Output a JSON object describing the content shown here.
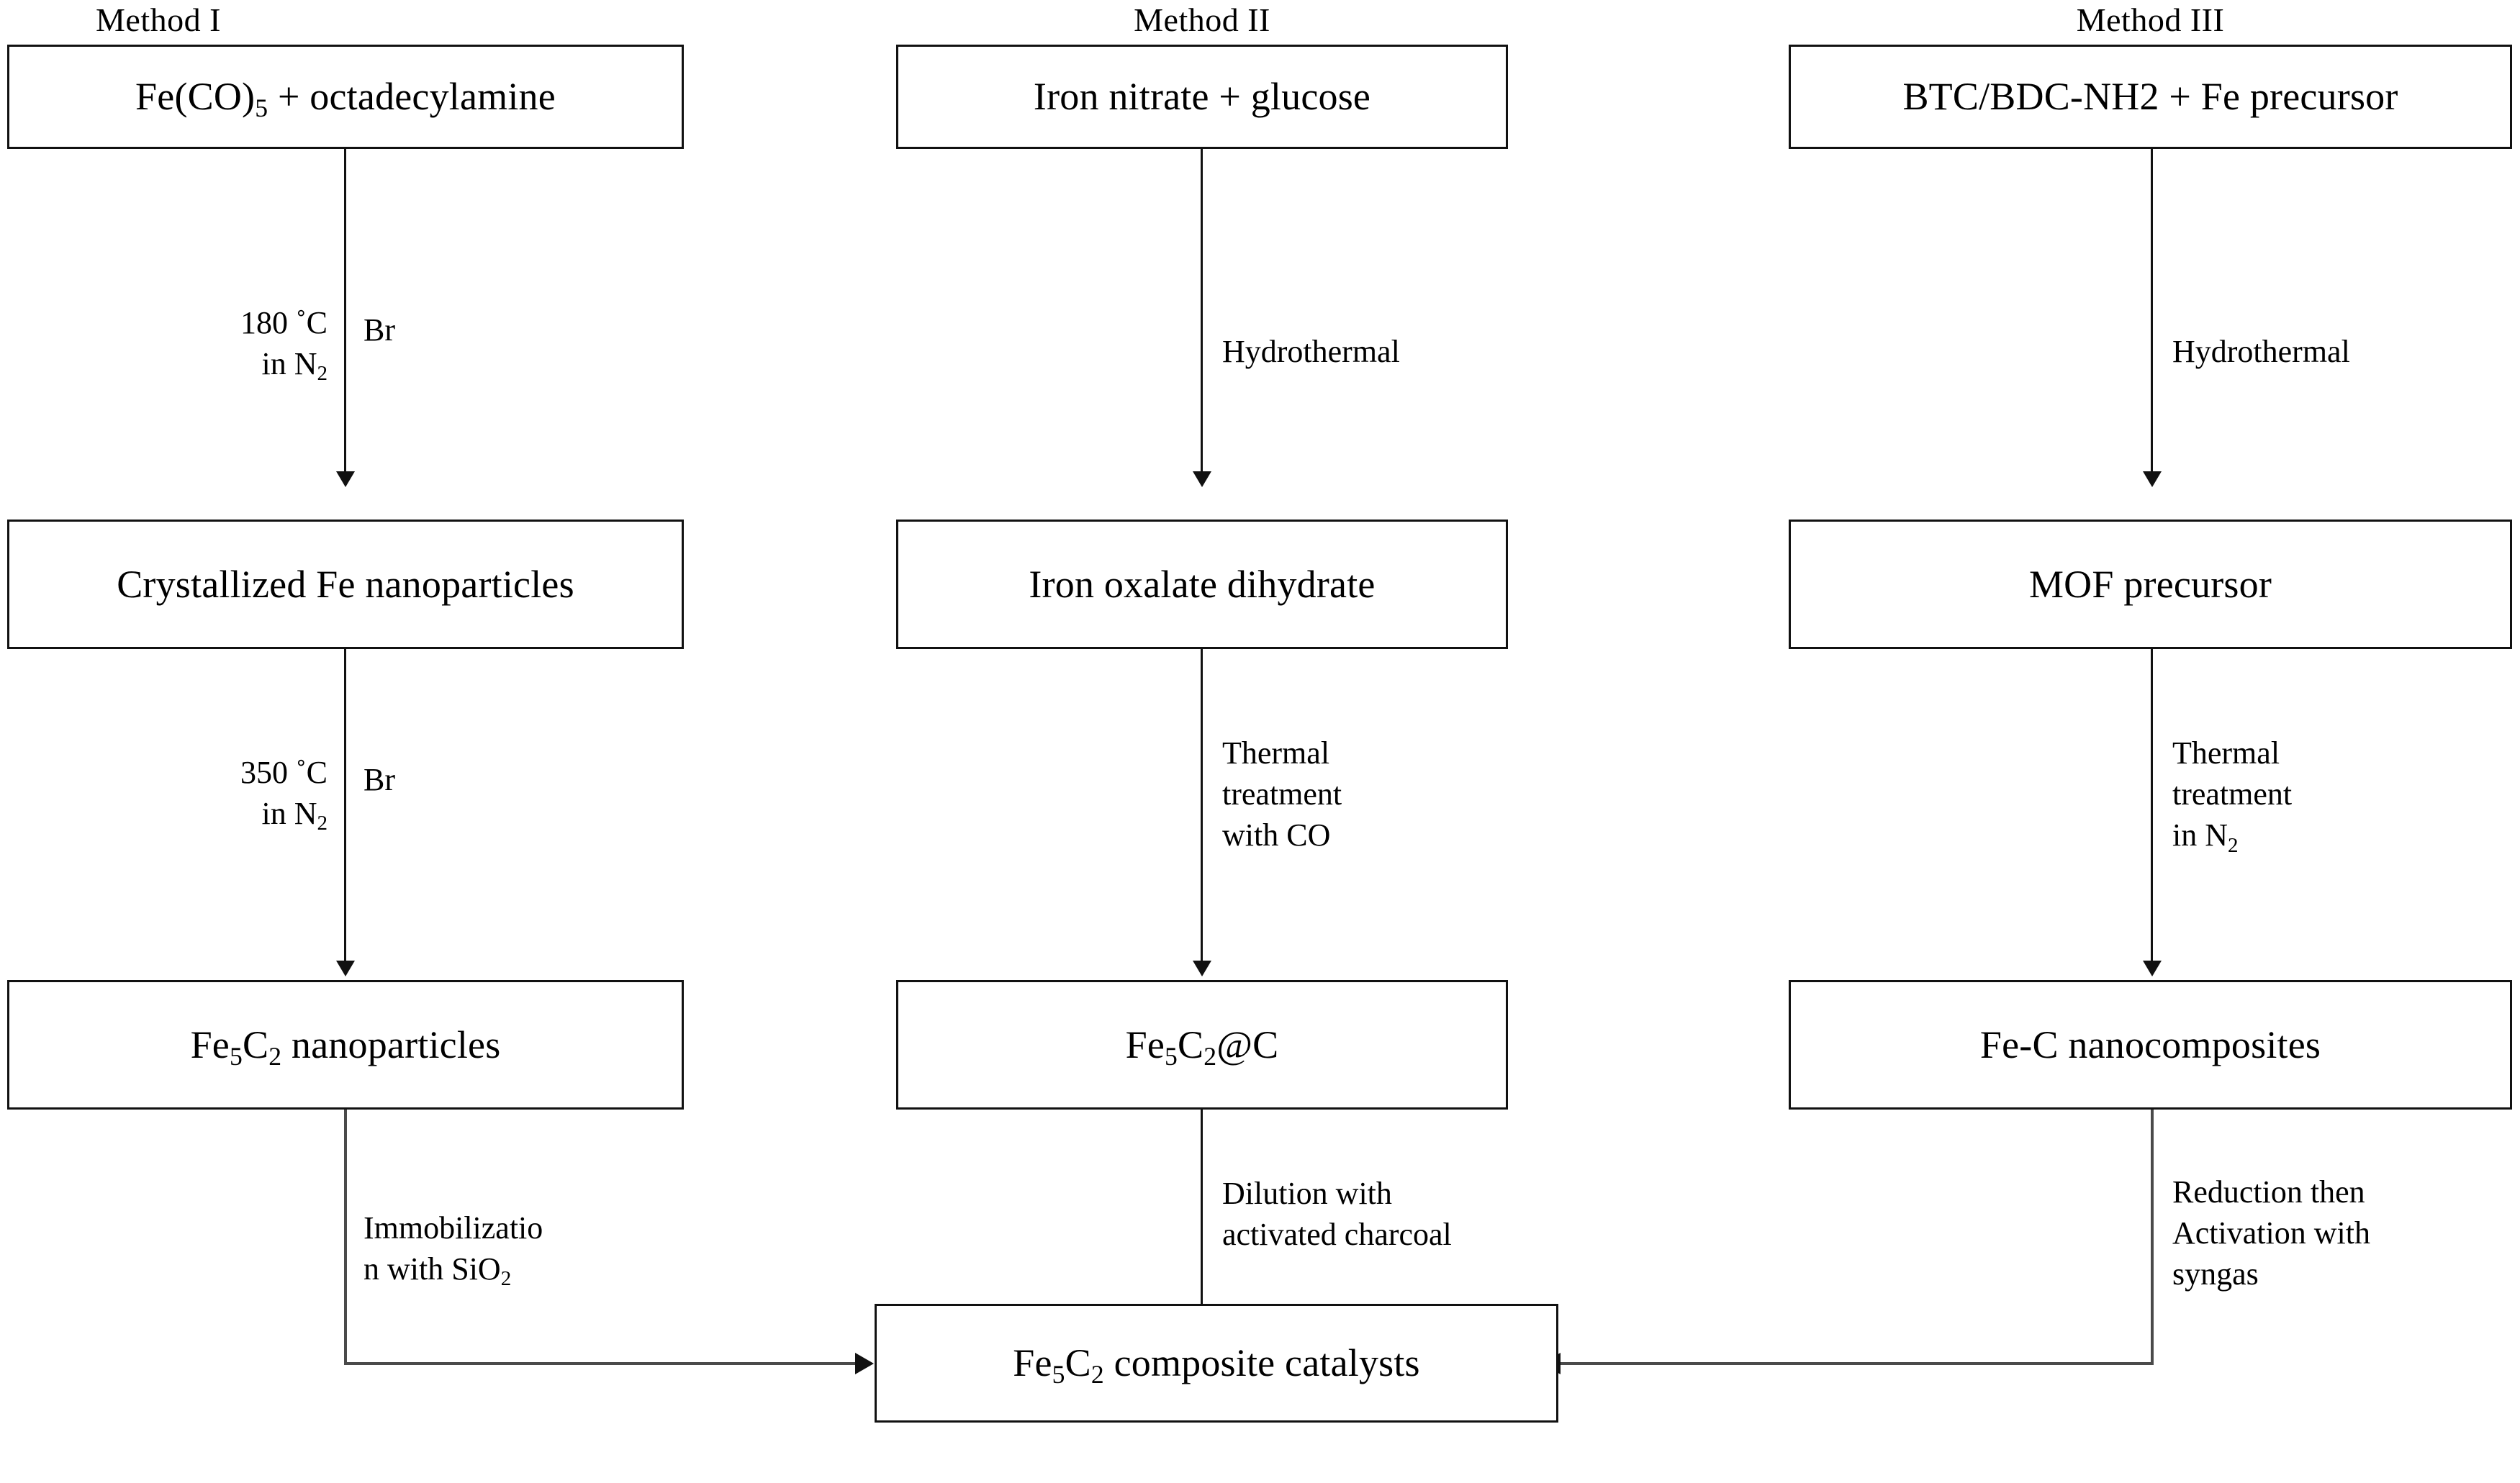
{
  "diagram": {
    "title_row": [
      {
        "id": "method-1",
        "label": "Method I"
      },
      {
        "id": "method-2",
        "label": "Method II"
      },
      {
        "id": "method-3",
        "label": "Method III"
      }
    ],
    "columns": [
      {
        "id": "method-1",
        "nodes": [
          {
            "id": "m1-n1",
            "label": "Fe(CO)5 + octadecylamine",
            "html": "Fe(CO)<sub>5</sub> + octadecylamine"
          },
          {
            "id": "m1-n2",
            "label": "Crystallized Fe nanoparticles",
            "html": "Crystallized Fe nanoparticles"
          },
          {
            "id": "m1-n3",
            "label": "Fe5C2 nanoparticles",
            "html": "Fe<sub>5</sub>C<sub>2</sub> nanoparticles"
          }
        ],
        "edges": [
          {
            "id": "m1-e1",
            "left_label": "180 ˚C\nin N2",
            "left_html": "180 ˚C<br>in N<sub>2</sub>",
            "right_label": "Br"
          },
          {
            "id": "m1-e2",
            "left_label": "350 ˚C\nin N2",
            "left_html": "350 ˚C<br>in N<sub>2</sub>",
            "right_label": "Br"
          },
          {
            "id": "m1-e3",
            "right_label": "Immobilizatio\nn with SiO2",
            "right_html": "Immobilizatio<br>n with SiO<sub>2</sub>"
          }
        ]
      },
      {
        "id": "method-2",
        "nodes": [
          {
            "id": "m2-n1",
            "label": "Iron nitrate + glucose",
            "html": "Iron nitrate + glucose"
          },
          {
            "id": "m2-n2",
            "label": "Iron oxalate dihydrate",
            "html": "Iron oxalate dihydrate"
          },
          {
            "id": "m2-n3",
            "label": "Fe5C2@C",
            "html": "Fe<sub>5</sub>C<sub>2</sub>@C"
          }
        ],
        "edges": [
          {
            "id": "m2-e1",
            "right_label": "Hydrothermal",
            "right_html": "Hydrothermal"
          },
          {
            "id": "m2-e2",
            "right_label": "Thermal\ntreatment\nwith CO",
            "right_html": "Thermal<br>treatment<br>with CO"
          },
          {
            "id": "m2-e3",
            "right_label": "Dilution with\nactivated charcoal",
            "right_html": "Dilution with<br>activated charcoal"
          }
        ]
      },
      {
        "id": "method-3",
        "nodes": [
          {
            "id": "m3-n1",
            "label": "BTC/BDC-NH2 + Fe precursor",
            "html": "BTC/BDC-NH2 + Fe precursor"
          },
          {
            "id": "m3-n2",
            "label": "MOF precursor",
            "html": "MOF precursor"
          },
          {
            "id": "m3-n3",
            "label": "Fe-C nanocomposites",
            "html": "Fe-C nanocomposites"
          }
        ],
        "edges": [
          {
            "id": "m3-e1",
            "right_label": "Hydrothermal",
            "right_html": "Hydrothermal"
          },
          {
            "id": "m3-e2",
            "right_label": "Thermal\ntreatment\nin N2",
            "right_html": "Thermal<br>treatment<br>in N<sub>2</sub>"
          },
          {
            "id": "m3-e3",
            "right_label": "Reduction then\nActivation with\nsyngas",
            "right_html": "Reduction then<br>Activation with<br>syngas"
          }
        ]
      }
    ],
    "final_node": {
      "id": "final",
      "label": "Fe5C2 composite catalysts",
      "html": "Fe<sub>5</sub>C<sub>2</sub> composite catalysts"
    },
    "colors": {
      "stroke": "#111111",
      "connector": "#4a4a4a",
      "background": "#ffffff",
      "text": "#000000"
    }
  }
}
